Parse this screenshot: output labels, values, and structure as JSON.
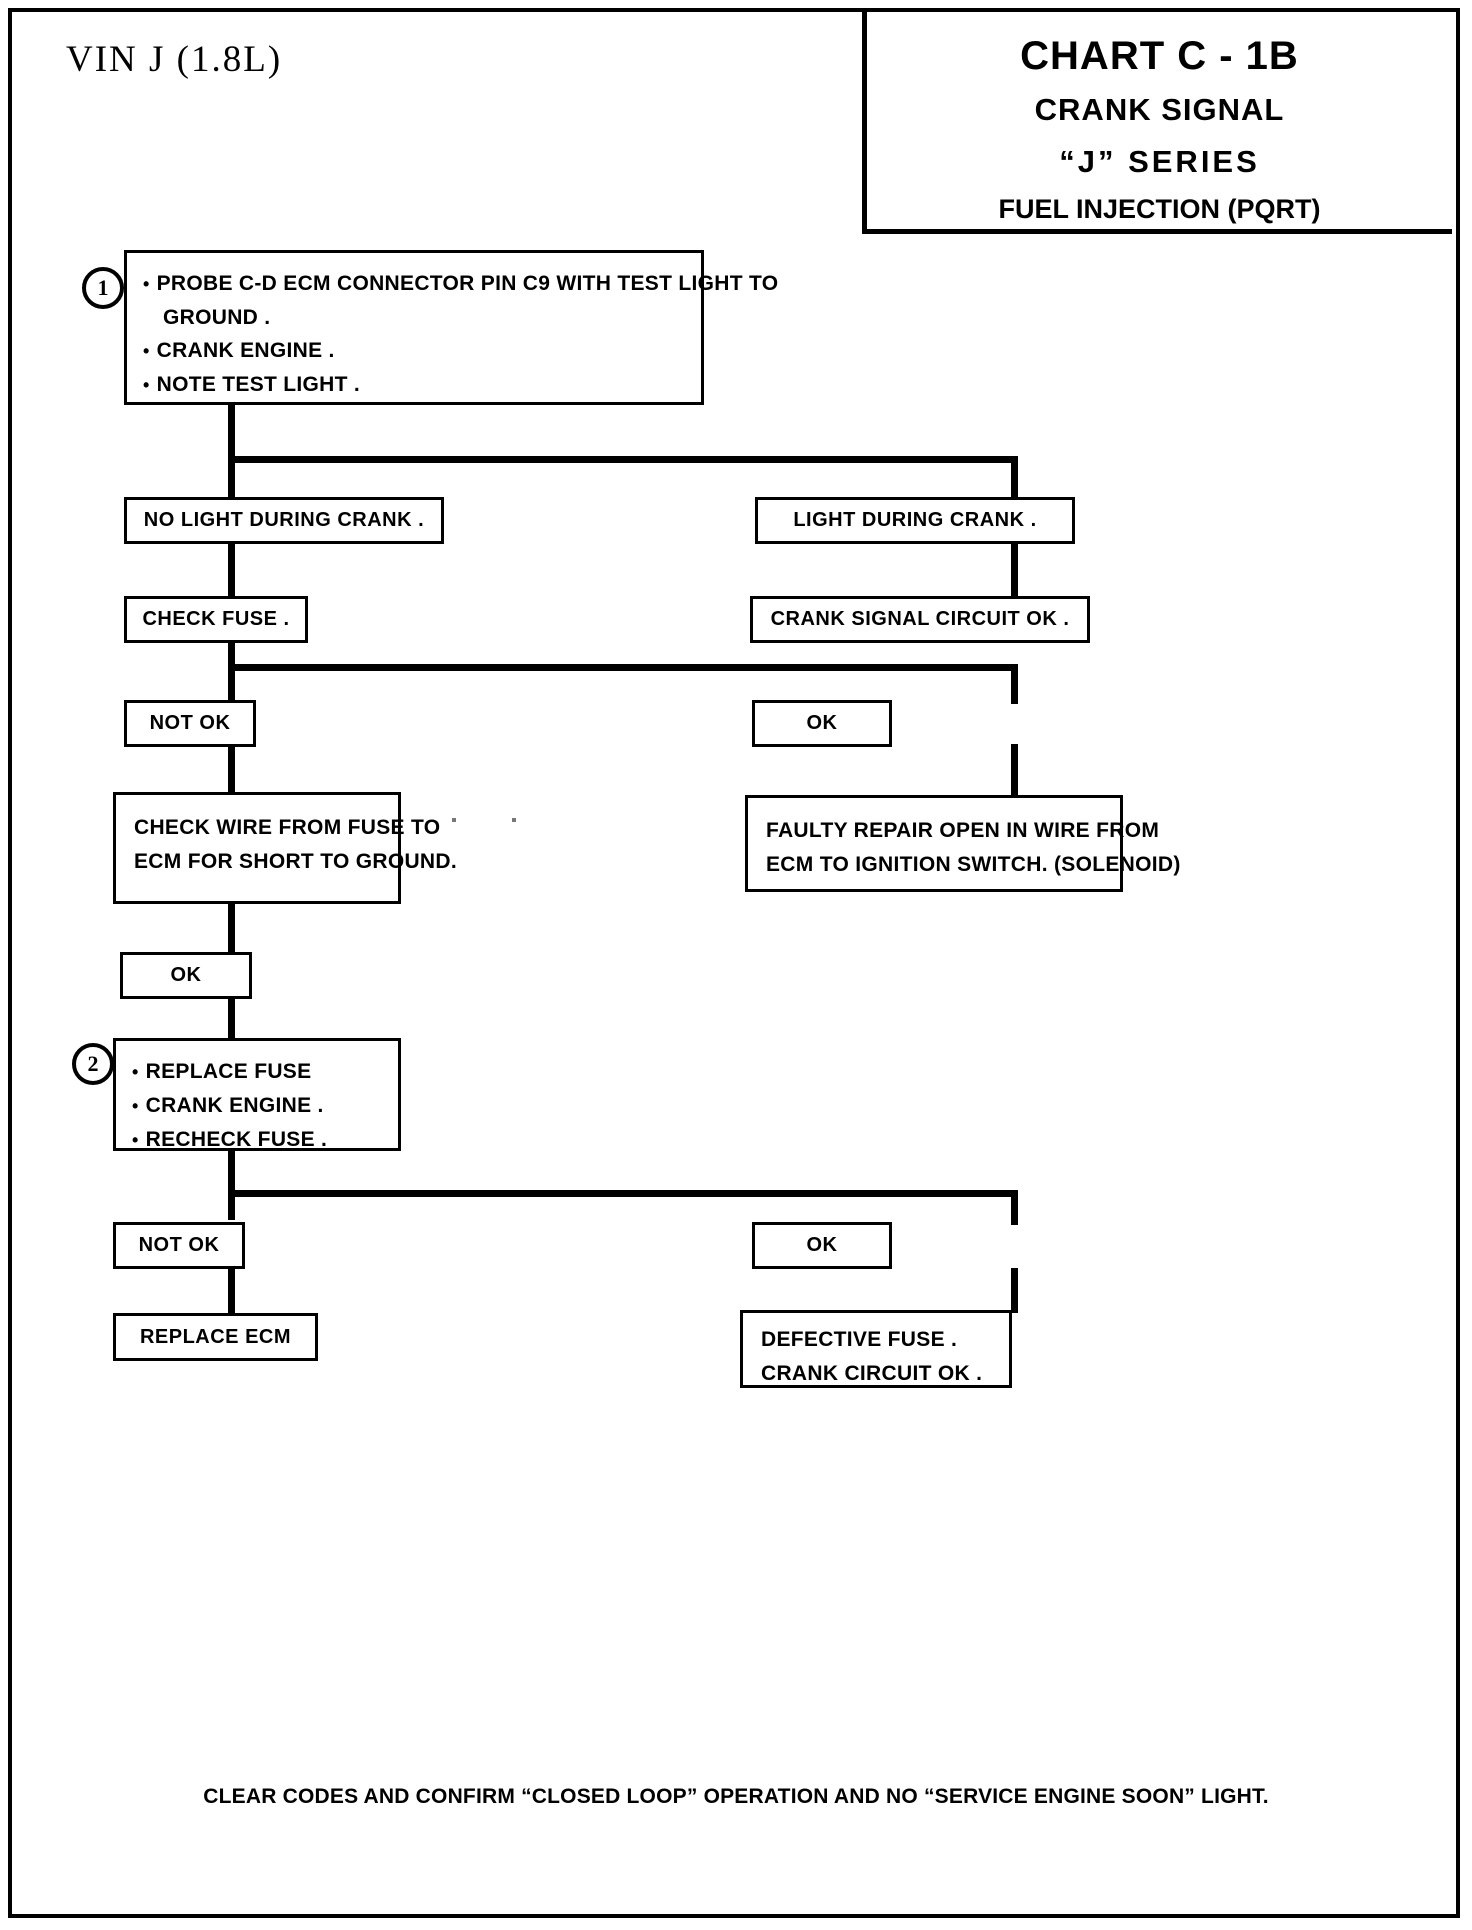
{
  "header": {
    "vin": "VIN  J  (1.8L)",
    "chart_number": "CHART C - 1B",
    "chart_name": "CRANK SIGNAL",
    "series": "“J”  SERIES",
    "system": "FUEL INJECTION  (PQRT)"
  },
  "steps": {
    "one": "1",
    "two": "2"
  },
  "nodes": {
    "step1": {
      "bullet1": "PROBE C-D ECM CONNECTOR PIN C9 WITH TEST LIGHT TO",
      "bullet1_cont": "GROUND .",
      "bullet2": "CRANK ENGINE .",
      "bullet3": "NOTE TEST LIGHT ."
    },
    "no_light": "NO  LIGHT DURING CRANK .",
    "light": "LIGHT DURING CRANK .",
    "check_fuse": "CHECK FUSE .",
    "circuit_ok": "CRANK SIGNAL CIRCUIT OK .",
    "not_ok_1": "NOT OK",
    "ok_1": "OK",
    "check_wire": {
      "line1": "CHECK WIRE FROM FUSE TO",
      "line2": "ECM FOR SHORT TO GROUND."
    },
    "faulty_repair": {
      "line1": "FAULTY REPAIR OPEN IN WIRE FROM",
      "line2": "ECM TO IGNITION SWITCH. (SOLENOID)"
    },
    "ok_2": "OK",
    "step2": {
      "bullet1": "REPLACE FUSE",
      "bullet2": "CRANK ENGINE .",
      "bullet3": "RECHECK FUSE ."
    },
    "not_ok_2": "NOT OK",
    "ok_3": "OK",
    "replace_ecm": "REPLACE ECM",
    "defective_fuse": {
      "line1": "DEFECTIVE FUSE .",
      "line2": "CRANK CIRCUIT OK ."
    }
  },
  "footer": "CLEAR CODES AND CONFIRM  “CLOSED LOOP” OPERATION AND NO “SERVICE ENGINE SOON” LIGHT."
}
